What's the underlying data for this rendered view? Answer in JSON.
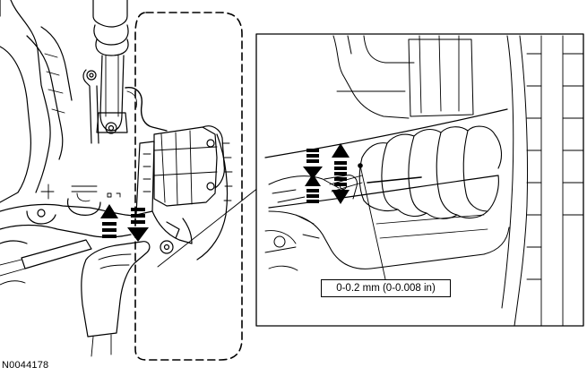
{
  "figure": {
    "id": "N0044178",
    "measurement_label": "0-0.2 mm (0-0.008 in)"
  },
  "icons": [
    "up-arrow-dashed",
    "down-arrow-dashed",
    "up-arrow-dashed",
    "down-arrow-dashed"
  ],
  "colors": {
    "ink": "#000000",
    "paper": "#ffffff"
  }
}
